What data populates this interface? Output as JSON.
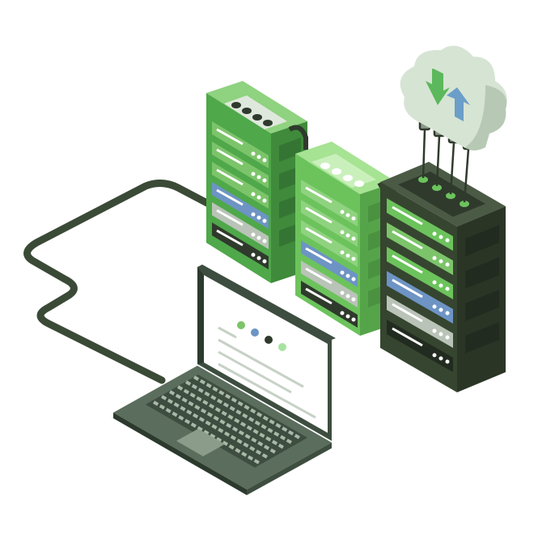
{
  "illustration": {
    "subject": "isometric-server-racks-laptop-cloud",
    "colors": {
      "rack_dark": "#2f3a2c",
      "rack_mid_green": "#4fa84a",
      "rack_light_green": "#6cc35c",
      "cloud": "#d6e4d4",
      "laptop_body": "#3d4d3f",
      "laptop_screen": "#ffffff",
      "cable": "#3a4a36",
      "arrow_down": "#5cb85c",
      "arrow_up": "#6b9ec8",
      "slot_blue": "#6d94c4",
      "slot_grey": "#b9c3b7"
    },
    "icons": [
      "cloud-icon",
      "download-arrow-icon",
      "upload-arrow-icon"
    ],
    "racks": [
      {
        "name": "rack-green",
        "slots": [
          "green",
          "green",
          "green",
          "blue",
          "grey",
          "dark"
        ]
      },
      {
        "name": "rack-light-green",
        "slots": [
          "green",
          "green",
          "green",
          "blue",
          "grey",
          "dark"
        ]
      },
      {
        "name": "rack-dark",
        "slots": [
          "green",
          "green",
          "green",
          "blue",
          "grey",
          "dark"
        ]
      }
    ],
    "laptop_screen_dots": [
      "#7cc46a",
      "#6d94c4",
      "#2f3a2c",
      "#a7e3a0"
    ]
  }
}
